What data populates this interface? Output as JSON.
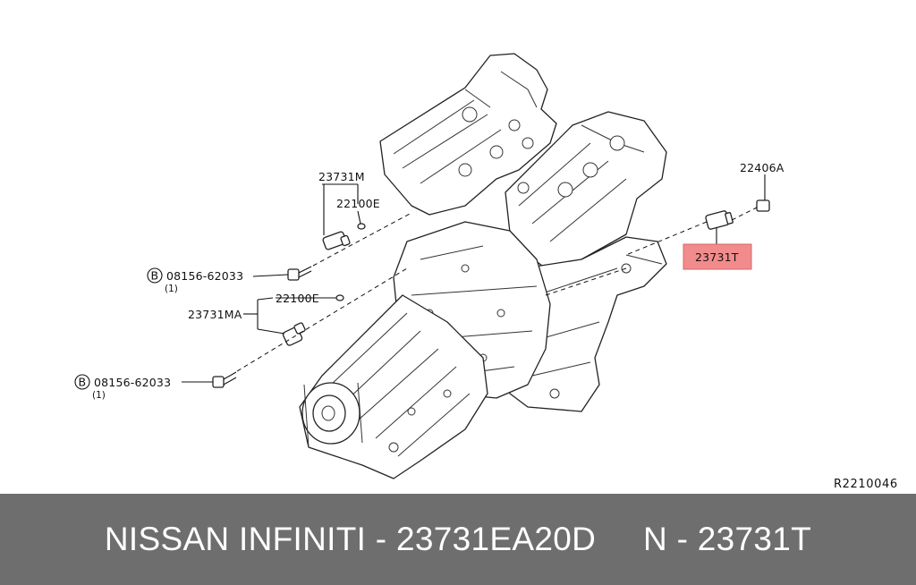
{
  "diagram": {
    "labels": {
      "l_23731m": "23731M",
      "l_22100e_top": "22100E",
      "l_bolt_top": "08156-62033",
      "l_qty_top": "(1)",
      "l_22100e_mid": "22100E",
      "l_23731ma": "23731MA",
      "l_bolt_bottom": "08156-62033",
      "l_qty_bottom": "(1)",
      "l_22406a": "22406A",
      "l_23731t": "23731T",
      "badge_b_top": "B",
      "badge_b_bottom": "B"
    },
    "reference_code": "R2210046",
    "highlight_color": "#f28b8b"
  },
  "footer": {
    "text": "NISSAN INFINITI - 23731EA20D     N - 23731T",
    "background": "#6e6e6e"
  }
}
